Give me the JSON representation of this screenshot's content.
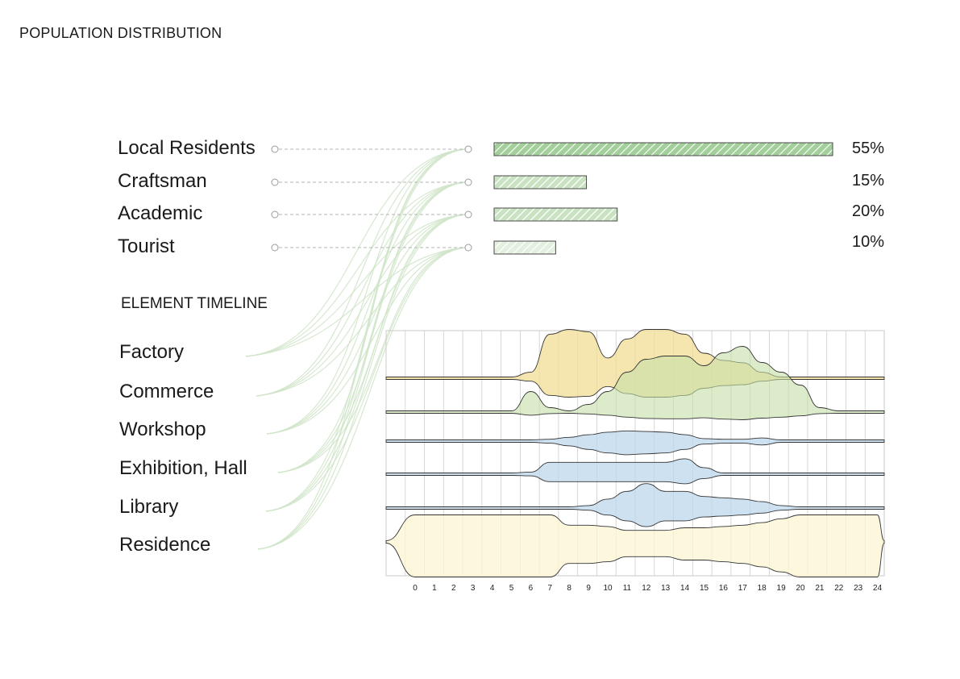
{
  "page_title": "POPULATION DISTRIBUTION",
  "timeline_title": "ELEMENT TIMELINE",
  "colors": {
    "bar": "#a3cf9b",
    "factory": "#f2dd96",
    "commerce": "#c4dfa6",
    "exhibition": "#bdd7ec",
    "residence": "#fbf4d2",
    "connector": "#cfe4c8",
    "grid": "#c9c9c9"
  },
  "chart_data": [
    {
      "type": "bar",
      "orientation": "horizontal",
      "categories": [
        "Local Residents",
        "Craftsman",
        "Academic",
        "Tourist"
      ],
      "values": [
        55,
        15,
        20,
        10
      ],
      "value_labels": [
        "55%",
        "15%",
        "20%",
        "10%"
      ],
      "units": "%",
      "title": "POPULATION DISTRIBUTION"
    },
    {
      "type": "area",
      "title": "ELEMENT TIMELINE",
      "x": [
        0,
        1,
        2,
        3,
        4,
        5,
        6,
        7,
        8,
        9,
        10,
        11,
        12,
        13,
        14,
        15,
        16,
        17,
        18,
        19,
        20,
        21,
        22,
        23,
        24
      ],
      "xlim": [
        -1.5,
        24.5
      ],
      "xtick_labels": [
        "0",
        "1",
        "2",
        "3",
        "4",
        "5",
        "6",
        "7",
        "8",
        "9",
        "10",
        "11",
        "12",
        "13",
        "14",
        "15",
        "16",
        "17",
        "18",
        "19",
        "20",
        "21",
        "22",
        "23",
        "24"
      ],
      "series": [
        {
          "name": "Factory",
          "activity": [
            0,
            0,
            0,
            0,
            0,
            0,
            0.1,
            0.9,
            1,
            0.95,
            0.4,
            0.8,
            1,
            1,
            0.9,
            0.5,
            0.35,
            0.3,
            0.1,
            0,
            0,
            0,
            0,
            0,
            0
          ]
        },
        {
          "name": "Commerce",
          "activity": [
            0,
            0,
            0,
            0,
            0,
            0,
            0.3,
            0.05,
            0,
            0.1,
            0.3,
            0.6,
            0.8,
            0.85,
            0.85,
            0.7,
            0.9,
            1,
            0.75,
            0.6,
            0.4,
            0.05,
            0,
            0,
            0
          ]
        },
        {
          "name": "Workshop",
          "activity": [
            0,
            0,
            0,
            0,
            0,
            0,
            0,
            0.05,
            0.2,
            0.4,
            0.6,
            0.7,
            0.65,
            0.6,
            0.4,
            0.1,
            0.05,
            0.05,
            0.15,
            0,
            0,
            0,
            0,
            0,
            0
          ]
        },
        {
          "name": "Exhibition, Hall",
          "activity": [
            0,
            0,
            0,
            0,
            0,
            0,
            0.05,
            0.6,
            0.6,
            0.6,
            0.6,
            0.6,
            0.6,
            0.6,
            0.8,
            0.3,
            0,
            0,
            0,
            0,
            0,
            0,
            0,
            0,
            0
          ]
        },
        {
          "name": "Library",
          "activity": [
            0,
            0,
            0,
            0,
            0,
            0,
            0,
            0,
            0,
            0.05,
            0.3,
            0.6,
            0.9,
            0.6,
            0.6,
            0.4,
            0.35,
            0.3,
            0.2,
            0.05,
            0,
            0,
            0,
            0,
            0
          ]
        },
        {
          "name": "Residence",
          "activity": [
            1,
            1,
            1,
            1,
            1,
            1,
            1,
            1,
            0.6,
            0.6,
            0.55,
            0.4,
            0.4,
            0.4,
            0.5,
            0.5,
            0.55,
            0.6,
            0.7,
            0.85,
            1,
            1,
            1,
            1,
            1
          ]
        }
      ]
    }
  ]
}
